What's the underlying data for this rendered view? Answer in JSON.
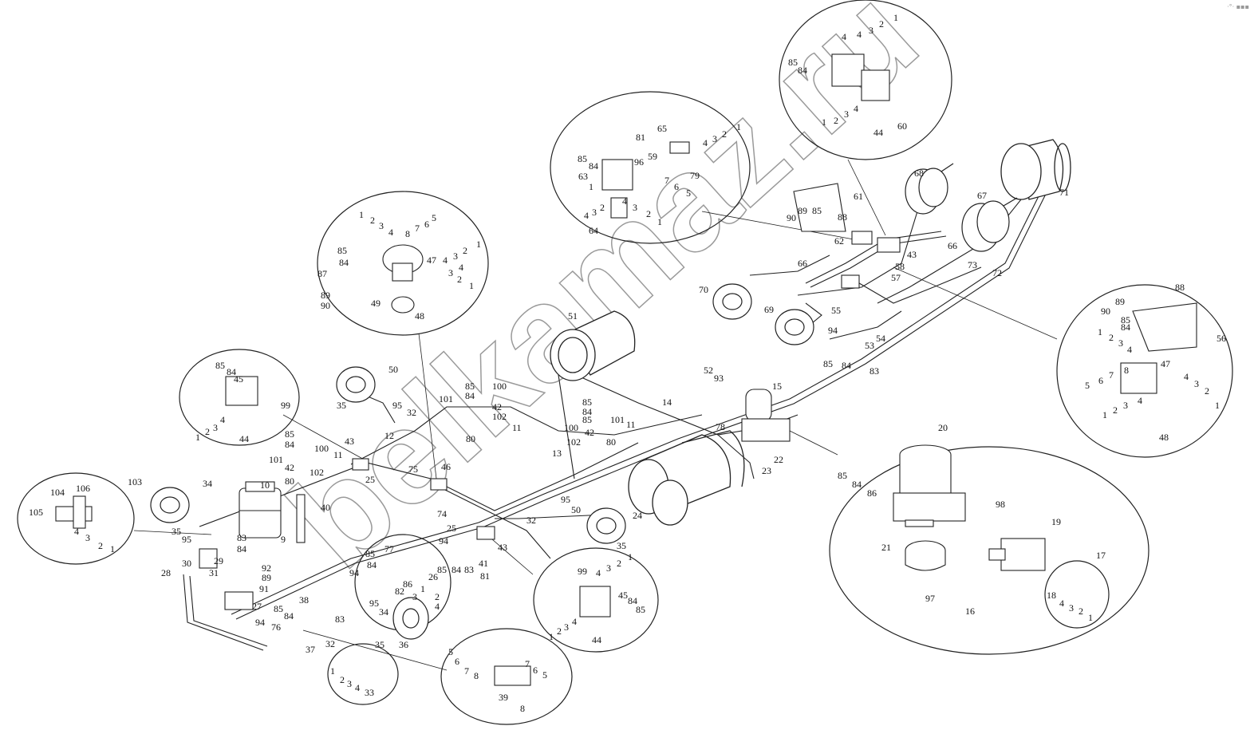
{
  "watermark": "belkamaz.ru",
  "corner_mark": "·°· ▪▪▪",
  "labels": {
    "l1": "1",
    "l2": "2",
    "l3": "3",
    "l4": "4",
    "l5": "5",
    "l6": "6",
    "l7": "7",
    "l8": "8",
    "l9": "9",
    "l10": "10",
    "l11": "11",
    "l12": "12",
    "l13": "13",
    "l14": "14",
    "l15": "15",
    "l16": "16",
    "l17": "17",
    "l18": "18",
    "l19": "19",
    "l20": "20",
    "l21": "21",
    "l22": "22",
    "l23": "23",
    "l24": "24",
    "l25": "25",
    "l26": "26",
    "l27": "27",
    "l28": "28",
    "l29": "29",
    "l30": "30",
    "l31": "31",
    "l32": "32",
    "l33": "33",
    "l34": "34",
    "l35": "35",
    "l36": "36",
    "l37": "37",
    "l38": "38",
    "l39": "39",
    "l40": "40",
    "l41": "41",
    "l42": "42",
    "l43": "43",
    "l44": "44",
    "l45": "45",
    "l46": "46",
    "l47": "47",
    "l48": "48",
    "l49": "49",
    "l50": "50",
    "l51": "51",
    "l52": "52",
    "l53": "53",
    "l54": "54",
    "l55": "55",
    "l56": "56",
    "l57": "57",
    "l58": "58",
    "l59": "59",
    "l60": "60",
    "l61": "61",
    "l62": "62",
    "l63": "63",
    "l64": "64",
    "l65": "65",
    "l66": "66",
    "l67": "67",
    "l68": "68",
    "l69": "69",
    "l70": "70",
    "l71": "71",
    "l72": "72",
    "l73": "73",
    "l74": "74",
    "l75": "75",
    "l76": "76",
    "l77": "77",
    "l78": "78",
    "l79": "79",
    "l80": "80",
    "l81": "81",
    "l82": "82",
    "l83": "83",
    "l84": "84",
    "l85": "85",
    "l86": "86",
    "l87": "87",
    "l88": "88",
    "l89": "89",
    "l90": "90",
    "l91": "91",
    "l92": "92",
    "l93": "93",
    "l94": "94",
    "l95": "95",
    "l96": "96",
    "l97": "97",
    "l98": "98",
    "l99": "99",
    "l100": "100",
    "l101": "101",
    "l102": "102",
    "l103": "103",
    "l104": "104",
    "l105": "105",
    "l106": "106"
  }
}
